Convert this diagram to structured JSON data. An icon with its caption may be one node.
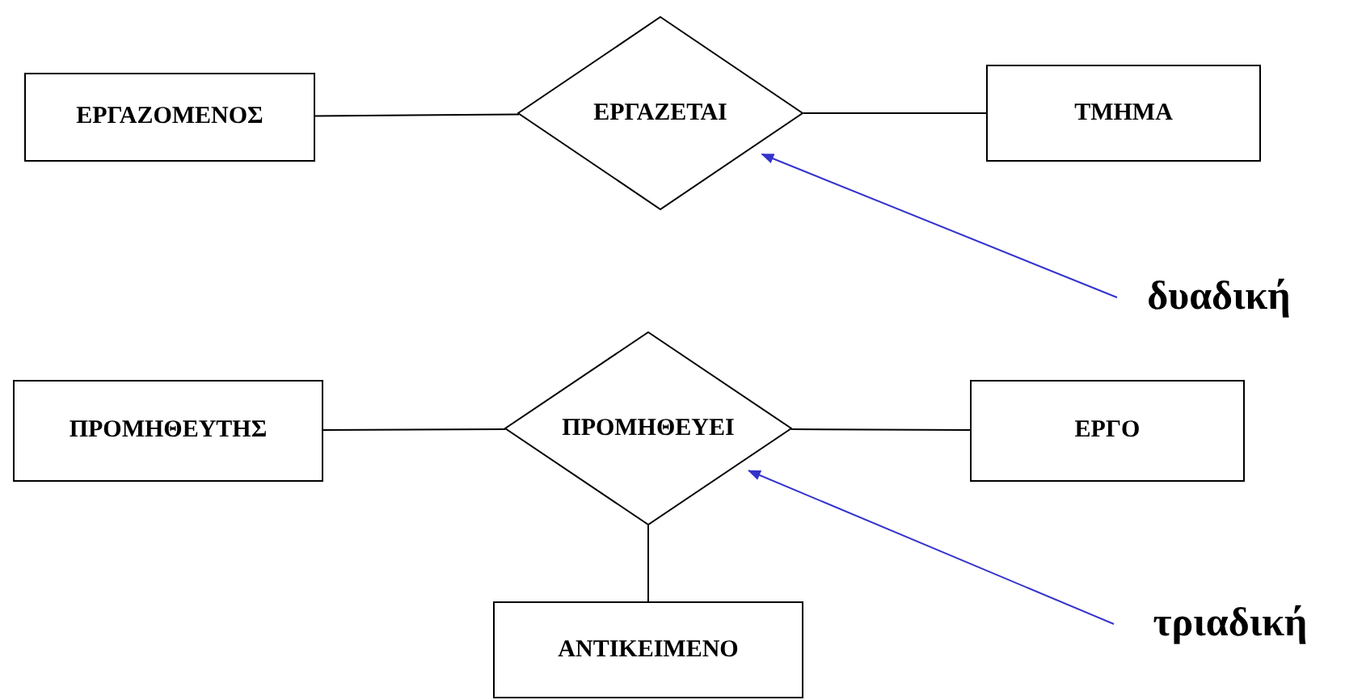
{
  "diagram": {
    "nodes": [
      {
        "text": [
          "ΕΡΓΑΖΟΜΕΝΟΣ"
        ]
      },
      {
        "text": [
          "ΕΡΓΑΖΕΤΑΙ"
        ]
      },
      {
        "text": [
          "ΤΜΗΜΑ"
        ]
      },
      {
        "text": [
          "δυαδική"
        ]
      },
      {
        "text": [
          "ΠΡΟΜΗΘΕΥΤΗΣ"
        ]
      },
      {
        "text": [
          "ΠΡΟΜΗΘΕΥΕΙ"
        ]
      },
      {
        "text": [
          "ΕΡΓΟ"
        ]
      },
      {
        "text": [
          "ΑΝΤΙΚΕΙΜΕΝΟ"
        ]
      },
      {
        "text": [
          "τριαδική"
        ]
      }
    ],
    "edges": [
      {
        "from": 0,
        "to": 1,
        "arrow": "none"
      },
      {
        "from": 1,
        "to": 2,
        "arrow": "none"
      },
      {
        "from": 3,
        "to": 1,
        "arrow": "to",
        "color": "#3333cc"
      },
      {
        "from": 4,
        "to": 5,
        "arrow": "none"
      },
      {
        "from": 5,
        "to": 6,
        "arrow": "none"
      },
      {
        "from": 5,
        "to": 7,
        "arrow": "none"
      },
      {
        "from": 8,
        "to": 5,
        "arrow": "to",
        "color": "#3333cc"
      }
    ]
  }
}
